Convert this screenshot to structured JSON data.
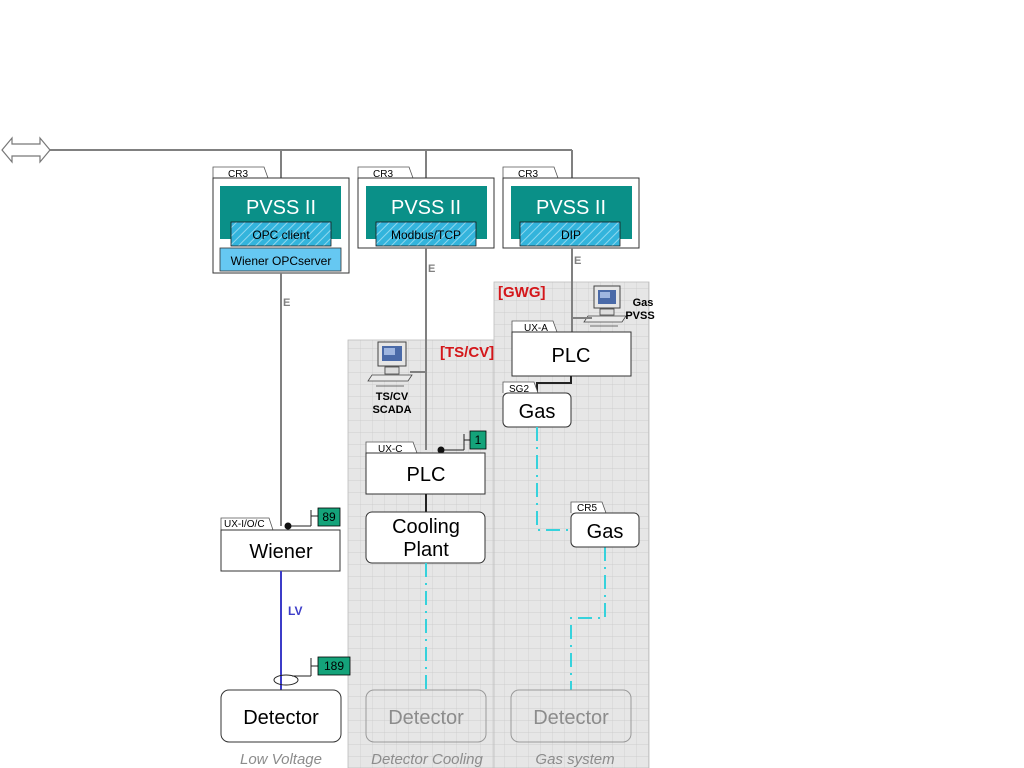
{
  "pvss": [
    {
      "tab": "CR3",
      "title": "PVSS II",
      "sub": "OPC client",
      "extra": "Wiener OPCserver"
    },
    {
      "tab": "CR3",
      "title": "PVSS II",
      "sub": "Modbus/TCP"
    },
    {
      "tab": "CR3",
      "title": "PVSS II",
      "sub": "DIP"
    }
  ],
  "links": {
    "ethernet": "E",
    "lv": "LV"
  },
  "groups": {
    "tscv": "[TS/CV]",
    "gwg": "[GWG]"
  },
  "workstations": {
    "tscv": [
      "TS/CV",
      "SCADA"
    ],
    "gas": [
      "Gas",
      "PVSS"
    ]
  },
  "plc_gas": {
    "tab": "UX-A",
    "label": "PLC"
  },
  "plc_cooling": {
    "tab": "UX-C",
    "label": "PLC"
  },
  "gas_sg2": {
    "tab": "SG2",
    "label": "Gas"
  },
  "gas_cr5": {
    "tab": "CR5",
    "label": "Gas"
  },
  "cooling_plant": [
    "Cooling",
    "Plant"
  ],
  "wiener": {
    "tab": "UX-I/O/C",
    "label": "Wiener"
  },
  "flags": {
    "cooling": "1",
    "wiener": "89",
    "detector": "189"
  },
  "detectors": {
    "lv": "Detector",
    "cooling": "Detector",
    "gas": "Detector"
  },
  "captions": {
    "lv": "Low Voltage",
    "cooling": "Detector Cooling",
    "gas": "Gas system"
  },
  "colors": {
    "pvss_teal": "#0a9088",
    "opc_blue": "#66c8f2",
    "flag_green": "#14a37a",
    "group_red": "#d4161a",
    "lv_blue": "#3c3cc8",
    "cooling_pipe": "#36d2dc"
  }
}
